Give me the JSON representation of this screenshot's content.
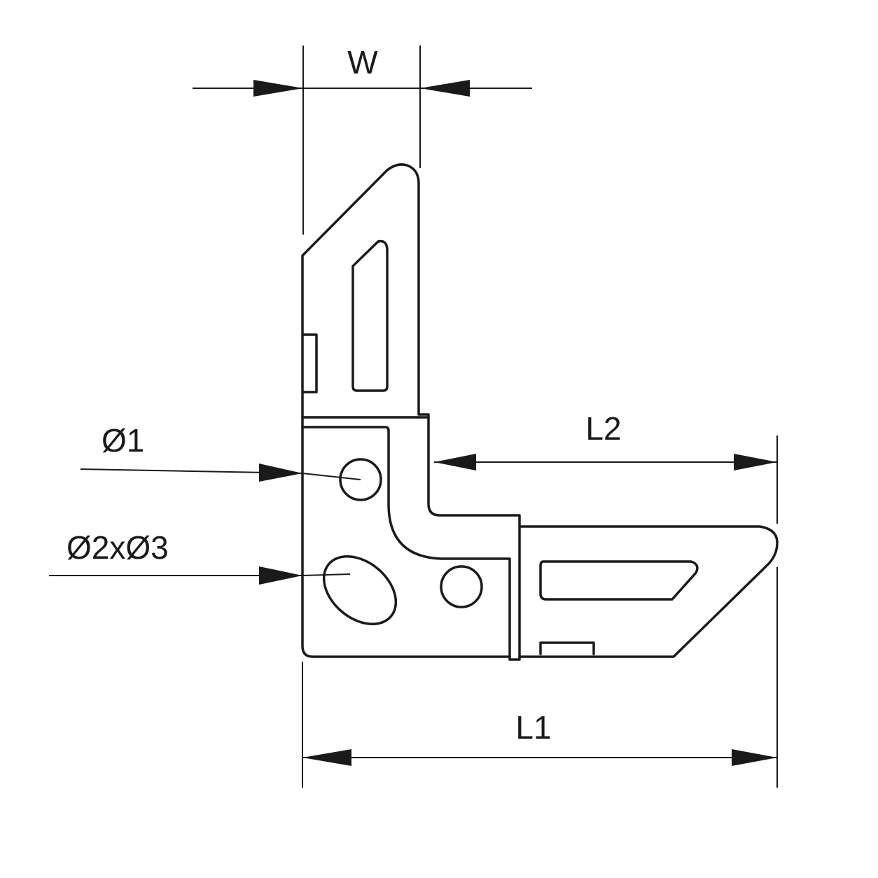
{
  "labels": {
    "width": "W",
    "length_1": "L1",
    "length_2": "L2",
    "diameter_1": "Ø1",
    "diameter_2x3": "Ø2xØ3"
  },
  "colors": {
    "line": "#1a1a1a",
    "background": "#ffffff"
  }
}
